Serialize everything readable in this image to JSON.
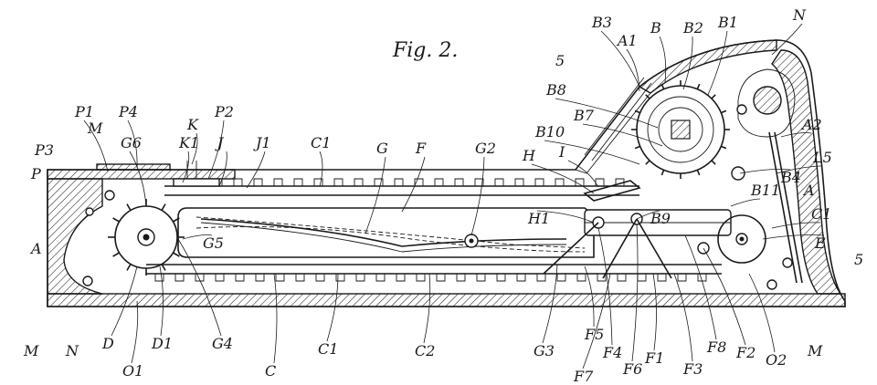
{
  "figure": {
    "title": "Fig. 2."
  },
  "labels": [
    {
      "key": "B3",
      "text": "B3"
    },
    {
      "key": "A1_top",
      "text": "A1"
    },
    {
      "key": "B",
      "text": "B"
    },
    {
      "key": "B2",
      "text": "B2"
    },
    {
      "key": "B1",
      "text": "B1"
    },
    {
      "key": "N_top",
      "text": "N"
    },
    {
      "key": "5_top",
      "text": "5"
    },
    {
      "key": "B8",
      "text": "B8"
    },
    {
      "key": "A2",
      "text": "A2"
    },
    {
      "key": "B7",
      "text": "B7"
    },
    {
      "key": "B10",
      "text": "B10"
    },
    {
      "key": "L5",
      "text": "L5"
    },
    {
      "key": "B4",
      "text": "B4"
    },
    {
      "key": "A_right",
      "text": "A"
    },
    {
      "key": "B11",
      "text": "B11"
    },
    {
      "key": "C1_right",
      "text": "C1"
    },
    {
      "key": "E",
      "text": "E"
    },
    {
      "key": "5_right",
      "text": "5"
    },
    {
      "key": "P1",
      "text": "P1"
    },
    {
      "key": "M_top",
      "text": "M"
    },
    {
      "key": "P4",
      "text": "P4"
    },
    {
      "key": "K",
      "text": "K"
    },
    {
      "key": "P2",
      "text": "P2"
    },
    {
      "key": "G6",
      "text": "G6"
    },
    {
      "key": "K1",
      "text": "K1"
    },
    {
      "key": "J",
      "text": "J"
    },
    {
      "key": "J1",
      "text": "J1"
    },
    {
      "key": "C1_top",
      "text": "C1"
    },
    {
      "key": "G",
      "text": "G"
    },
    {
      "key": "F",
      "text": "F"
    },
    {
      "key": "G2",
      "text": "G2"
    },
    {
      "key": "H",
      "text": "H"
    },
    {
      "key": "I",
      "text": "I"
    },
    {
      "key": "P3",
      "text": "P3"
    },
    {
      "key": "P",
      "text": "P"
    },
    {
      "key": "H1",
      "text": "H1"
    },
    {
      "key": "B9",
      "text": "B9"
    },
    {
      "key": "A_left",
      "text": "A"
    },
    {
      "key": "G5",
      "text": "G5"
    },
    {
      "key": "M_left",
      "text": "M"
    },
    {
      "key": "N_left",
      "text": "N"
    },
    {
      "key": "D",
      "text": "D"
    },
    {
      "key": "D1",
      "text": "D1"
    },
    {
      "key": "G4",
      "text": "G4"
    },
    {
      "key": "O1",
      "text": "O1"
    },
    {
      "key": "C",
      "text": "C"
    },
    {
      "key": "C1_bottom",
      "text": "C1"
    },
    {
      "key": "C2",
      "text": "C2"
    },
    {
      "key": "G3",
      "text": "G3"
    },
    {
      "key": "F5",
      "text": "F5"
    },
    {
      "key": "F4",
      "text": "F4"
    },
    {
      "key": "F7",
      "text": "F7"
    },
    {
      "key": "F6",
      "text": "F6"
    },
    {
      "key": "F1",
      "text": "F1"
    },
    {
      "key": "F3",
      "text": "F3"
    },
    {
      "key": "F8",
      "text": "F8"
    },
    {
      "key": "F2",
      "text": "F2"
    },
    {
      "key": "O2",
      "text": "O2"
    },
    {
      "key": "M_right",
      "text": "M"
    }
  ]
}
